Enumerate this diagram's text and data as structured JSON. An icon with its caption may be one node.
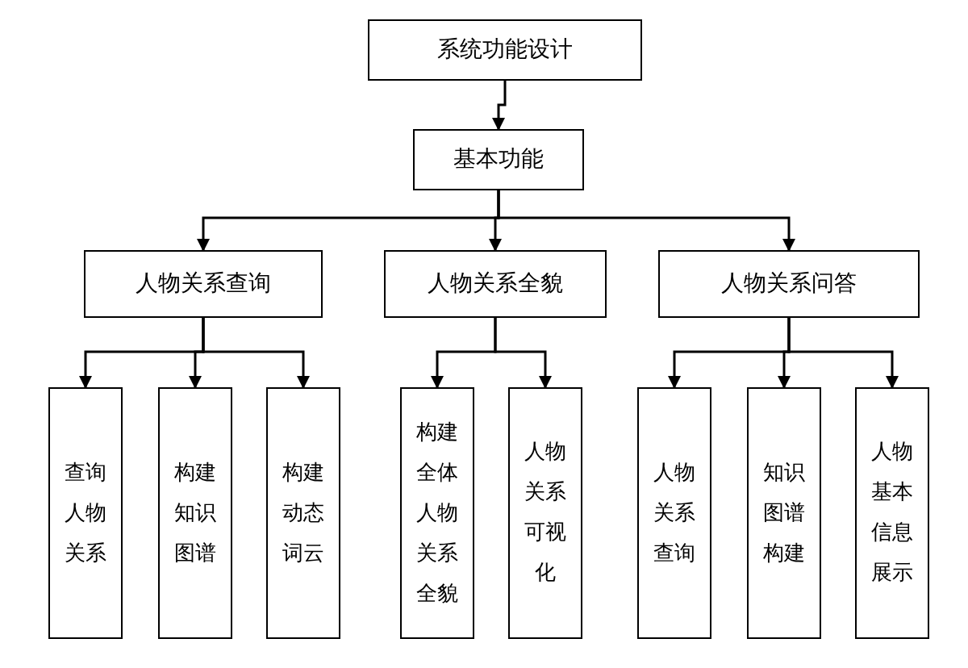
{
  "diagram": {
    "nodes": [
      {
        "text": [
          "系统功能设计"
        ]
      },
      {
        "text": [
          "基本功能"
        ]
      },
      {
        "text": [
          "人物关系查询"
        ]
      },
      {
        "text": [
          "人物关系全貌"
        ]
      },
      {
        "text": [
          "人物关系问答"
        ]
      },
      {
        "text": [
          "查询人物关系"
        ]
      },
      {
        "text": [
          "构建知识图谱"
        ]
      },
      {
        "text": [
          "构建动态词云"
        ]
      },
      {
        "text": [
          "构建全体人物关系全貌"
        ]
      },
      {
        "text": [
          "人物关系可视化"
        ]
      },
      {
        "text": [
          "人物关系查询"
        ]
      },
      {
        "text": [
          "知识图谱构建"
        ]
      },
      {
        "text": [
          "人物基本信息展示"
        ]
      }
    ],
    "edges": [
      {
        "from": 0,
        "to": 1,
        "arrow": "to"
      },
      {
        "from": 1,
        "to": 2,
        "arrow": "to"
      },
      {
        "from": 1,
        "to": 3,
        "arrow": "to"
      },
      {
        "from": 1,
        "to": 4,
        "arrow": "to"
      },
      {
        "from": 2,
        "to": 5,
        "arrow": "to"
      },
      {
        "from": 2,
        "to": 6,
        "arrow": "to"
      },
      {
        "from": 2,
        "to": 7,
        "arrow": "to"
      },
      {
        "from": 3,
        "to": 8,
        "arrow": "to"
      },
      {
        "from": 3,
        "to": 9,
        "arrow": "to"
      },
      {
        "from": 4,
        "to": 10,
        "arrow": "to"
      },
      {
        "from": 4,
        "to": 11,
        "arrow": "to"
      },
      {
        "from": 4,
        "to": 12,
        "arrow": "to"
      }
    ]
  }
}
